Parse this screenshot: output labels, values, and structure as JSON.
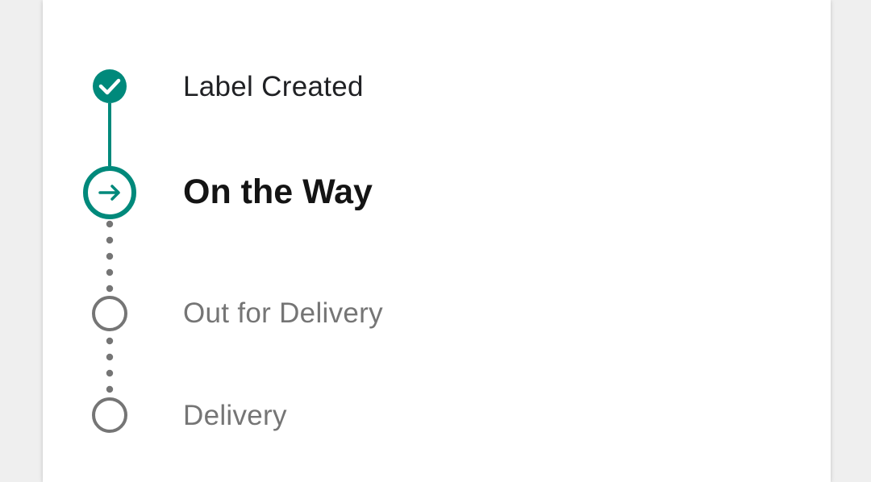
{
  "colors": {
    "accent": "#00897b",
    "pending": "#757575",
    "text_done": "#202124",
    "text_current": "#141414",
    "card_background": "#ffffff",
    "page_background": "#efefef"
  },
  "tracking": {
    "steps": [
      {
        "label": "Label Created",
        "status": "completed",
        "icon": "check-icon"
      },
      {
        "label": "On the Way",
        "status": "current",
        "icon": "arrow-right-icon"
      },
      {
        "label": "Out for Delivery",
        "status": "pending",
        "icon": "empty-circle-icon"
      },
      {
        "label": "Delivery",
        "status": "pending",
        "icon": "empty-circle-icon"
      }
    ]
  }
}
